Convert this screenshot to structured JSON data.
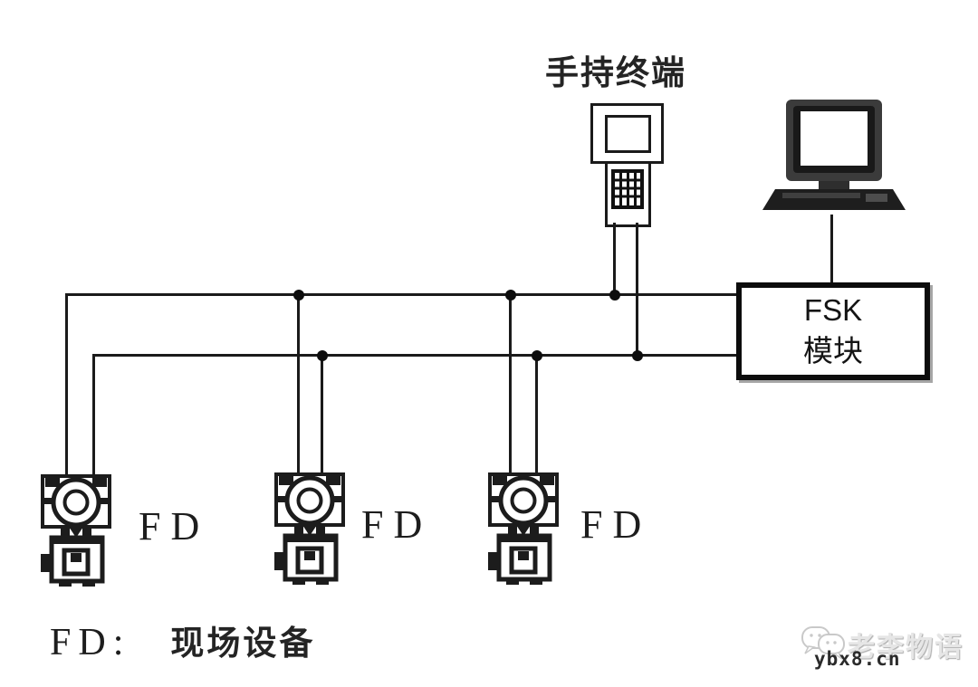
{
  "diagram": {
    "handheld_terminal": {
      "label": "手持终端"
    },
    "fsk_module": {
      "line1": "FSK",
      "line2": "模块"
    },
    "devices": [
      {
        "label": "FD"
      },
      {
        "label": "FD"
      },
      {
        "label": "FD"
      }
    ],
    "legend": {
      "key": "FD:",
      "value": "现场设备"
    },
    "watermark": {
      "brand": "老李物语",
      "site": "ybx8.cn"
    },
    "colors": {
      "line": "#1a1a1a",
      "watermark_gray": "#cccccc",
      "box_border": "#0c0c0c"
    }
  }
}
